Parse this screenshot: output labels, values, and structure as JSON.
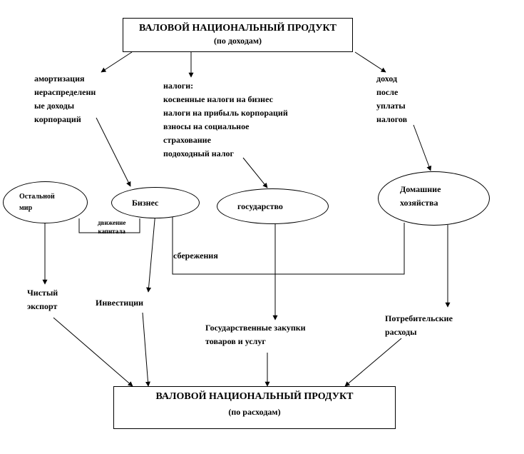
{
  "top_box": {
    "title": "ВАЛОВОЙ НАЦИОНАЛЬНЫЙ  ПРОДУКТ",
    "subtitle": "(по доходам)"
  },
  "bottom_box": {
    "title": "ВАЛОВОЙ НАЦИОНАЛЬНЫЙ  ПРОДУКТ",
    "subtitle": "(по расходам)"
  },
  "income_left": [
    "амортизация",
    "нераспределенн",
    "ые доходы",
    "корпораций"
  ],
  "income_middle": [
    "налоги:",
    "косвенные налоги на бизнес",
    "налоги на прибыль корпораций",
    "взносы на социальное",
    "страхование",
    "подоходный налог"
  ],
  "income_right": [
    "доход",
    "после",
    "уплаты",
    "налогов"
  ],
  "nodes": {
    "rest_of_world": [
      "Остальной",
      "мир"
    ],
    "business": "Бизнес",
    "government": "государство",
    "households": [
      "Домашние",
      "хозяйства"
    ]
  },
  "capital_flow": [
    "движение",
    "капитала"
  ],
  "savings": "сбережения",
  "expenses": {
    "net_exports": [
      "Чистый",
      "экспорт"
    ],
    "investment": "Инвестиции",
    "government_purchases": [
      "Государственные закупки",
      "товаров и услуг"
    ],
    "consumer_spending": [
      "Потребительские",
      "расходы"
    ]
  }
}
